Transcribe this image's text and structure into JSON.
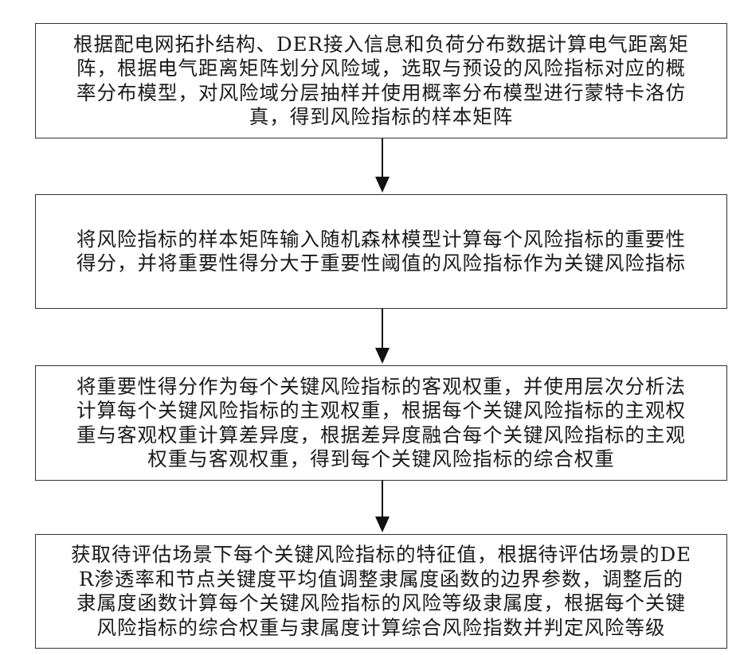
{
  "flowchart": {
    "steps": [
      {
        "lines": [
          "根据配电网拓扑结构、DER接入信息和负荷分布数据计算电气距离矩",
          "阵，根据电气距离矩阵划分风险域，选取与预设的风险指标对应的概",
          "率分布模型，对风险域分层抽样并使用概率分布模型进行蒙特卡洛仿",
          "真，得到风险指标的样本矩阵"
        ]
      },
      {
        "lines": [
          "将风险指标的样本矩阵输入随机森林模型计算每个风险指标的重要性",
          "得分，并将重要性得分大于重要性阈值的风险指标作为关键风险指标"
        ]
      },
      {
        "lines": [
          "将重要性得分作为每个关键风险指标的客观权重，并使用层次分析法",
          "计算每个关键风险指标的主观权重，根据每个关键风险指标的主观权",
          "重与客观权重计算差异度，根据差异度融合每个关键风险指标的主观",
          "权重与客观权重，得到每个关键风险指标的综合权重"
        ]
      },
      {
        "lines": [
          "获取待评估场景下每个关键风险指标的特征值，根据待评估场景的DE",
          "R渗透率和节点关键度平均值调整隶属度函数的边界参数，调整后的",
          "隶属度函数计算每个关键风险指标的风险等级隶属度，根据每个关键",
          "风险指标的综合权重与隶属度计算综合风险指数并判定风险等级"
        ]
      }
    ]
  }
}
